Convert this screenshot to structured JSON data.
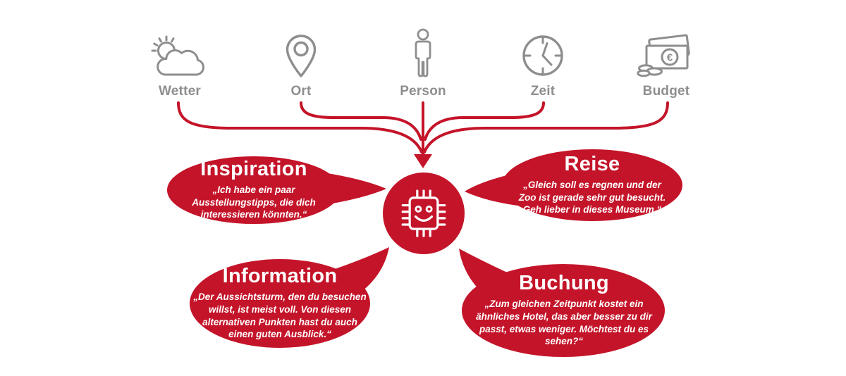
{
  "colors": {
    "accent_red": "#c41429",
    "icon_gray": "#8e8e8e",
    "background": "#ffffff",
    "bubble_text": "#ffffff"
  },
  "inputs": [
    {
      "label": "Wetter",
      "icon": "sun-cloud-icon"
    },
    {
      "label": "Ort",
      "icon": "location-pin-icon"
    },
    {
      "label": "Person",
      "icon": "person-icon"
    },
    {
      "label": "Zeit",
      "icon": "clock-icon"
    },
    {
      "label": "Budget",
      "icon": "banknote-coins-icon"
    }
  ],
  "center": {
    "icon": "chip-smiley-icon"
  },
  "bubbles": [
    {
      "id": "inspiration",
      "title": "Inspiration",
      "text": "„Ich habe ein paar Ausstellungstipps, die dich interessieren könnten.“"
    },
    {
      "id": "reise",
      "title": "Reise",
      "text": "„Gleich soll es regnen und der Zoo ist gerade sehr gut besucht. Geh lieber in dieses Museum.“"
    },
    {
      "id": "information",
      "title": "Information",
      "text": "„Der Aussichtsturm, den du besuchen willst, ist meist voll. Von diesen alternativen Punkten hast du auch einen guten Ausblick.“"
    },
    {
      "id": "buchung",
      "title": "Buchung",
      "text": "„Zum gleichen Zeitpunkt kostet ein ähnliches Hotel, das aber besser zu dir passt, etwas weniger. Möchtest du es sehen?“"
    }
  ]
}
